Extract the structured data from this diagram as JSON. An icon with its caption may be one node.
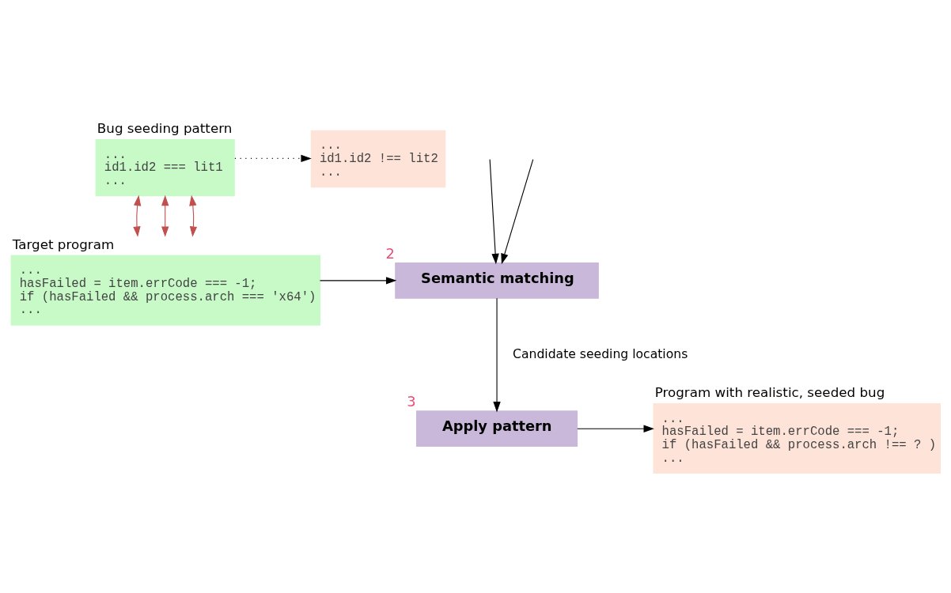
{
  "diagram": {
    "nodes": [
      {
        "text": [
          "Bug seeding pattern",
          "...",
          "id1.id2 === lit1",
          "..."
        ]
      },
      {
        "text": [
          "...",
          "id1.id2 !== lit2",
          "..."
        ]
      },
      {
        "text": [
          "Target program",
          "...",
          "hasFailed = item.errCode === -1;",
          "if (hasFailed && process.arch === 'x64')",
          "..."
        ]
      },
      {
        "text": [
          "Semantic matching"
        ],
        "beside": [
          "2"
        ]
      },
      {
        "text": [
          "Apply pattern"
        ],
        "beside": [
          "3"
        ]
      },
      {
        "text": [
          "Program with realistic, seeded bug",
          "...",
          "hasFailed = item.errCode === -1;",
          "if (hasFailed && process.arch !== ? )",
          "..."
        ]
      }
    ],
    "edges": [
      {
        "from": null,
        "to": 3,
        "arrow": "to"
      },
      {
        "from": null,
        "to": 3,
        "arrow": "to"
      },
      {
        "from": 0,
        "to": 1,
        "arrow": "to",
        "style": "dashed"
      },
      {
        "from": 0,
        "to": 2,
        "arrow": "both",
        "color": "#c0504d"
      },
      {
        "from": 0,
        "to": 2,
        "arrow": "both",
        "color": "#c0504d"
      },
      {
        "from": 0,
        "to": 2,
        "arrow": "both",
        "color": "#c0504d"
      },
      {
        "from": 2,
        "to": 3,
        "arrow": "to"
      },
      {
        "from": 3,
        "to": 4,
        "arrow": "to",
        "label": "Candidate seeding locations"
      },
      {
        "from": 4,
        "to": 5,
        "arrow": "to"
      }
    ]
  }
}
